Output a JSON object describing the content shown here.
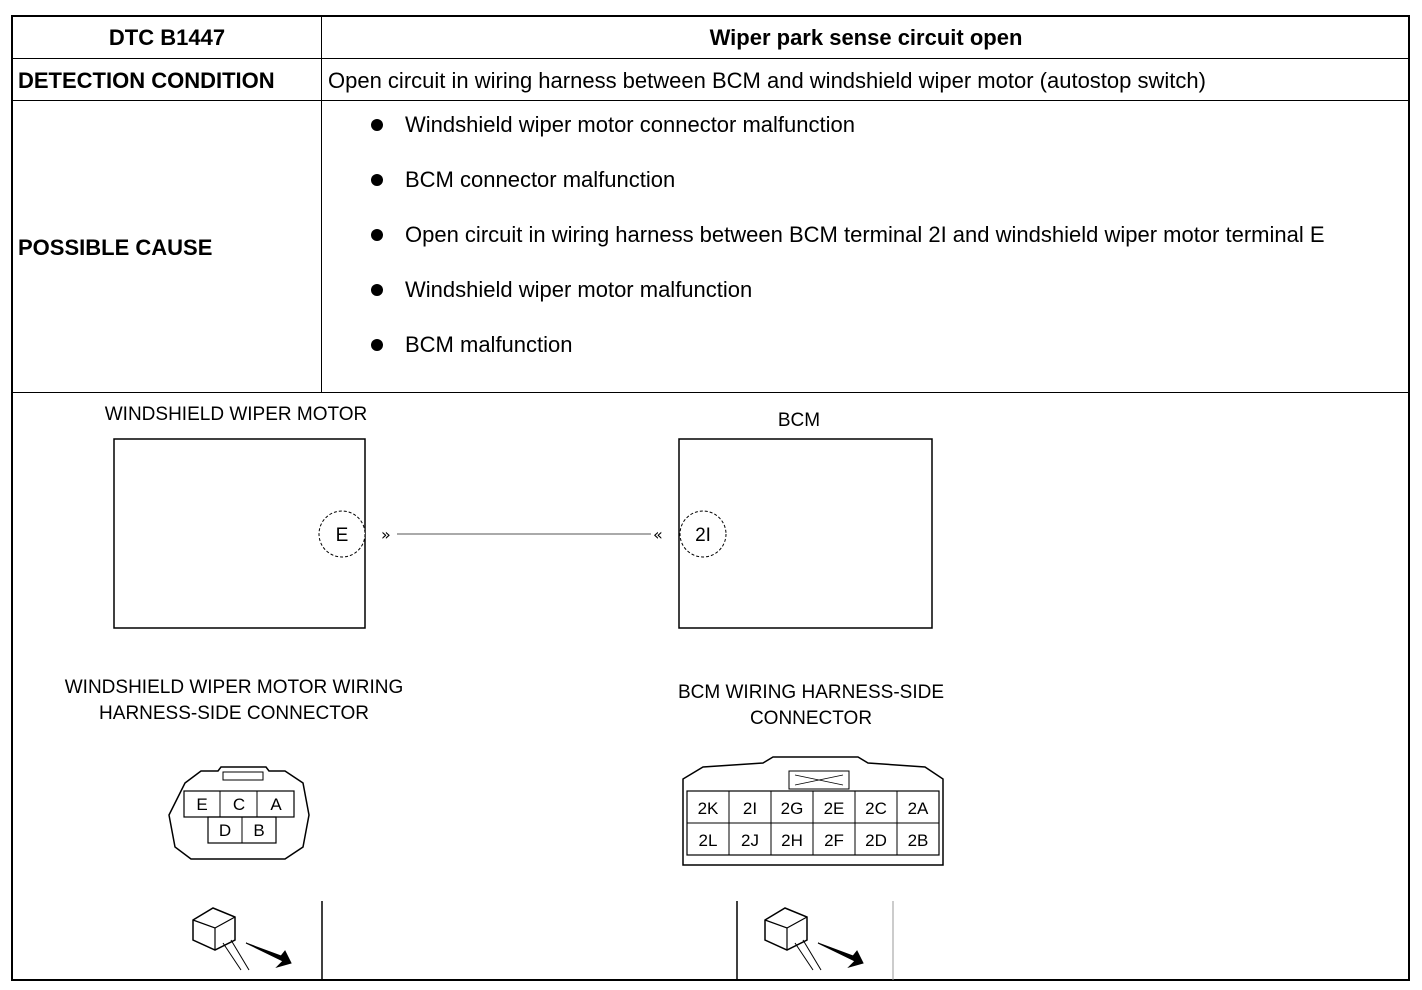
{
  "header": {
    "dtc_label": "DTC B1447",
    "dtc_title": "Wiper park sense circuit open"
  },
  "detection": {
    "label": "DETECTION CONDITION",
    "text": "Open circuit in wiring harness between BCM and windshield wiper motor (autostop switch)"
  },
  "possible_cause": {
    "label": "POSSIBLE CAUSE",
    "items": [
      "Windshield wiper motor connector malfunction",
      "BCM connector malfunction",
      "Open circuit in wiring harness between BCM terminal 2I and windshield wiper motor terminal E",
      "Windshield wiper motor malfunction",
      "BCM malfunction"
    ]
  },
  "diagram": {
    "motor_label": "WINDSHIELD WIPER MOTOR",
    "bcm_label": "BCM",
    "motor_terminal": "E",
    "bcm_terminal": "2I",
    "motor_connector_label_1": "WINDSHIELD WIPER MOTOR WIRING",
    "motor_connector_label_2": "HARNESS-SIDE CONNECTOR",
    "bcm_connector_label_1": "BCM WIRING HARNESS-SIDE",
    "bcm_connector_label_2": "CONNECTOR",
    "motor_pins_top": [
      "E",
      "C",
      "A"
    ],
    "motor_pins_bottom": [
      "D",
      "B"
    ],
    "bcm_pins_top": [
      "2K",
      "2I",
      "2G",
      "2E",
      "2C",
      "2A"
    ],
    "bcm_pins_bottom": [
      "2L",
      "2J",
      "2H",
      "2F",
      "2D",
      "2B"
    ]
  }
}
